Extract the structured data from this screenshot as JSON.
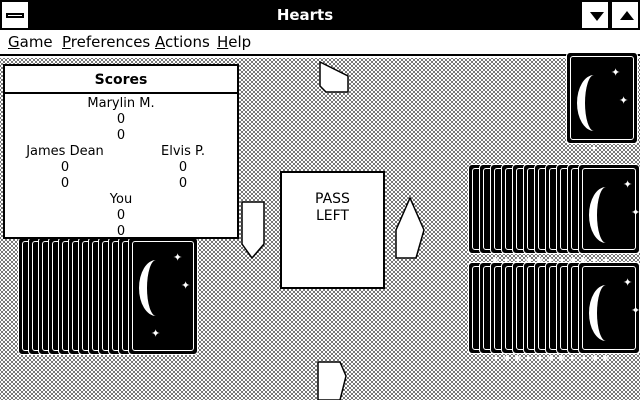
{
  "window": {
    "title": "Hearts"
  },
  "menu": [
    {
      "label": "Game"
    },
    {
      "label": "Preferences"
    },
    {
      "label": "Actions"
    },
    {
      "label": "Help"
    }
  ],
  "scores": {
    "title": "Scores",
    "north": {
      "name": "Marylin M.",
      "hand": "0",
      "total": "0"
    },
    "west": {
      "name": "James Dean",
      "hand": "0",
      "total": "0"
    },
    "east": {
      "name": "Elvis P.",
      "hand": "0",
      "total": "0"
    },
    "south": {
      "name": "You",
      "hand": "0",
      "total": "0"
    }
  },
  "pass_button": {
    "line1": "PASS",
    "line2": "LEFT"
  },
  "icons": {
    "system_menu": "system-menu-icon",
    "minimize": "minimize-icon",
    "maximize": "maximize-icon",
    "card_back": "crescent-moon-card-back",
    "arrow": "pass-direction-arrow-icon"
  },
  "colors": {
    "ink": "#000000",
    "paper": "#ffffff"
  }
}
